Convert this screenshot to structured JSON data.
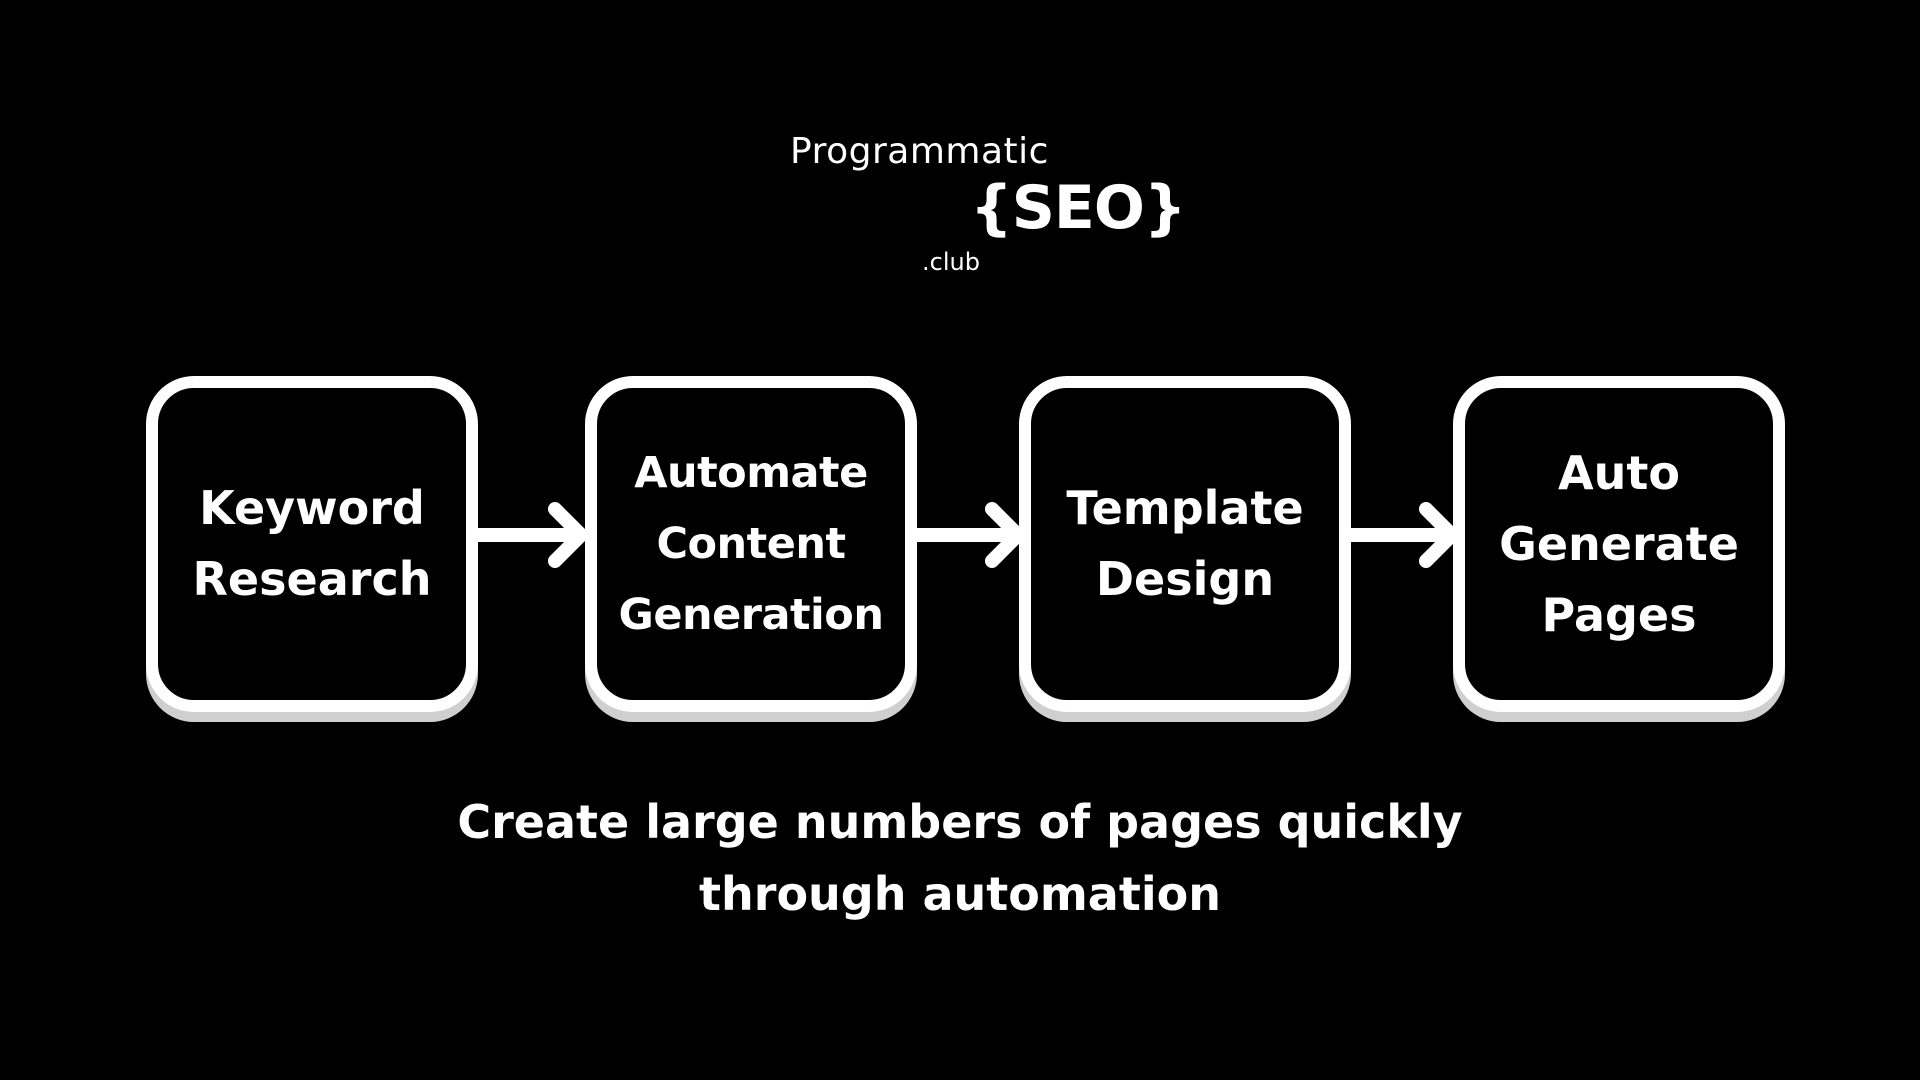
{
  "logo": {
    "line1": "Programmatic",
    "line2": "{SEO}",
    "line3": ".club"
  },
  "steps": [
    {
      "label": "Keyword\nResearch"
    },
    {
      "label": "Automate\nContent\nGeneration"
    },
    {
      "label": "Template\nDesign"
    },
    {
      "label": "Auto\nGenerate\nPages"
    }
  ],
  "caption": "Create large numbers of pages quickly\nthrough automation",
  "colors": {
    "background": "#000000",
    "foreground": "#ffffff",
    "box_shadow": "#cfcfcf"
  },
  "icons": [
    "arrow-right-icon"
  ]
}
